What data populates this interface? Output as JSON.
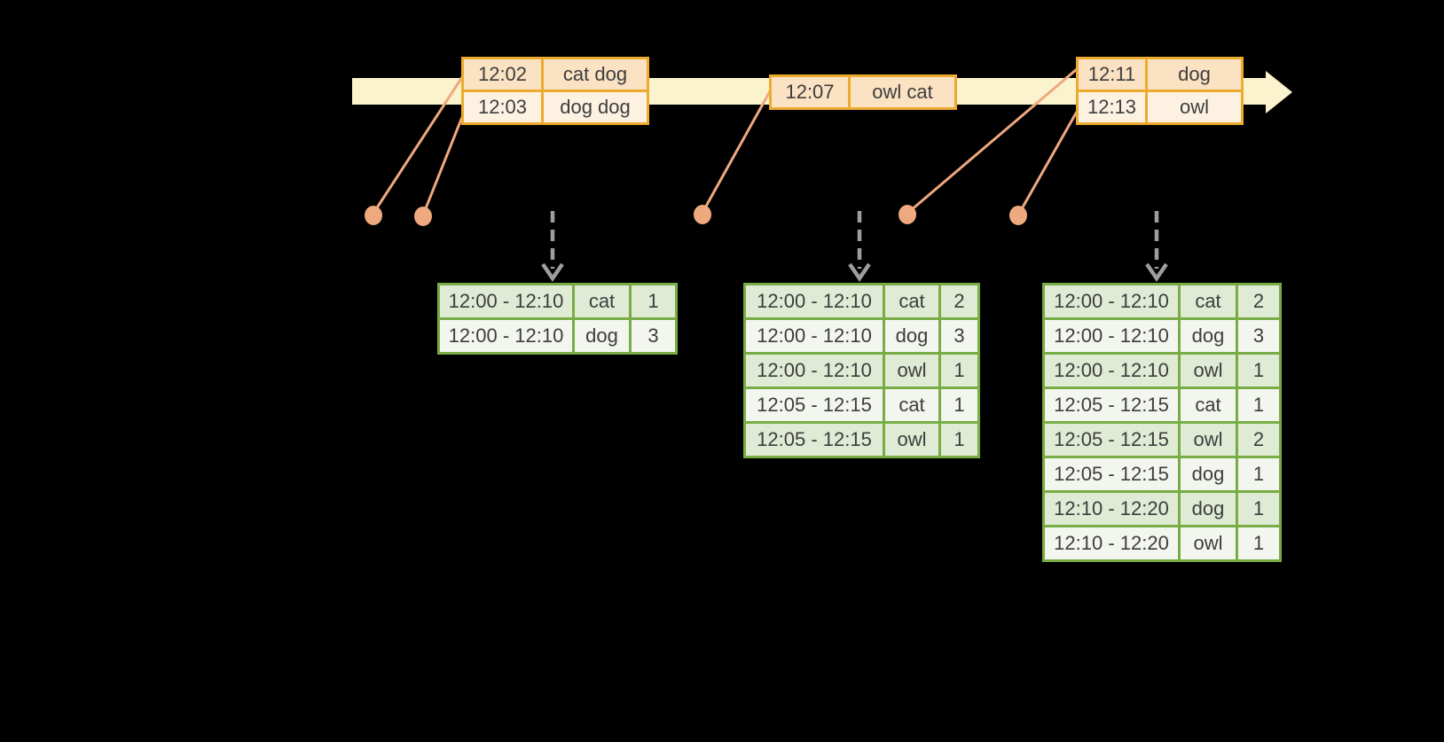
{
  "colors": {
    "background": "#000000",
    "timeline_fill": "#FBF2CE",
    "event_border": "#ECAB2D",
    "event_row_dark": "#FAE2C2",
    "event_row_light": "#FDF2E2",
    "marker": "#EFA97E",
    "result_border": "#78AC45",
    "result_row_dark": "#DFEBD5",
    "result_row_light": "#F2F6EE",
    "trigger_arrow": "#9E9E9E",
    "text": "#3D3D3D"
  },
  "event_tables": [
    {
      "rows": [
        [
          "12:02",
          "cat dog"
        ],
        [
          "12:03",
          "dog dog"
        ]
      ]
    },
    {
      "rows": [
        [
          "12:07",
          "owl cat"
        ]
      ]
    },
    {
      "rows": [
        [
          "12:11",
          "dog"
        ],
        [
          "12:13",
          "owl"
        ]
      ]
    }
  ],
  "result_tables": [
    {
      "rows": [
        [
          "12:00 - 12:10",
          "cat",
          "1"
        ],
        [
          "12:00 - 12:10",
          "dog",
          "3"
        ]
      ]
    },
    {
      "rows": [
        [
          "12:00 - 12:10",
          "cat",
          "2"
        ],
        [
          "12:00 - 12:10",
          "dog",
          "3"
        ],
        [
          "12:00 - 12:10",
          "owl",
          "1"
        ],
        [
          "12:05 - 12:15",
          "cat",
          "1"
        ],
        [
          "12:05 - 12:15",
          "owl",
          "1"
        ]
      ]
    },
    {
      "rows": [
        [
          "12:00 - 12:10",
          "cat",
          "2"
        ],
        [
          "12:00 - 12:10",
          "dog",
          "3"
        ],
        [
          "12:00 - 12:10",
          "owl",
          "1"
        ],
        [
          "12:05 - 12:15",
          "cat",
          "1"
        ],
        [
          "12:05 - 12:15",
          "owl",
          "2"
        ],
        [
          "12:05 - 12:15",
          "dog",
          "1"
        ],
        [
          "12:10 - 12:20",
          "dog",
          "1"
        ],
        [
          "12:10 - 12:20",
          "owl",
          "1"
        ]
      ]
    }
  ]
}
